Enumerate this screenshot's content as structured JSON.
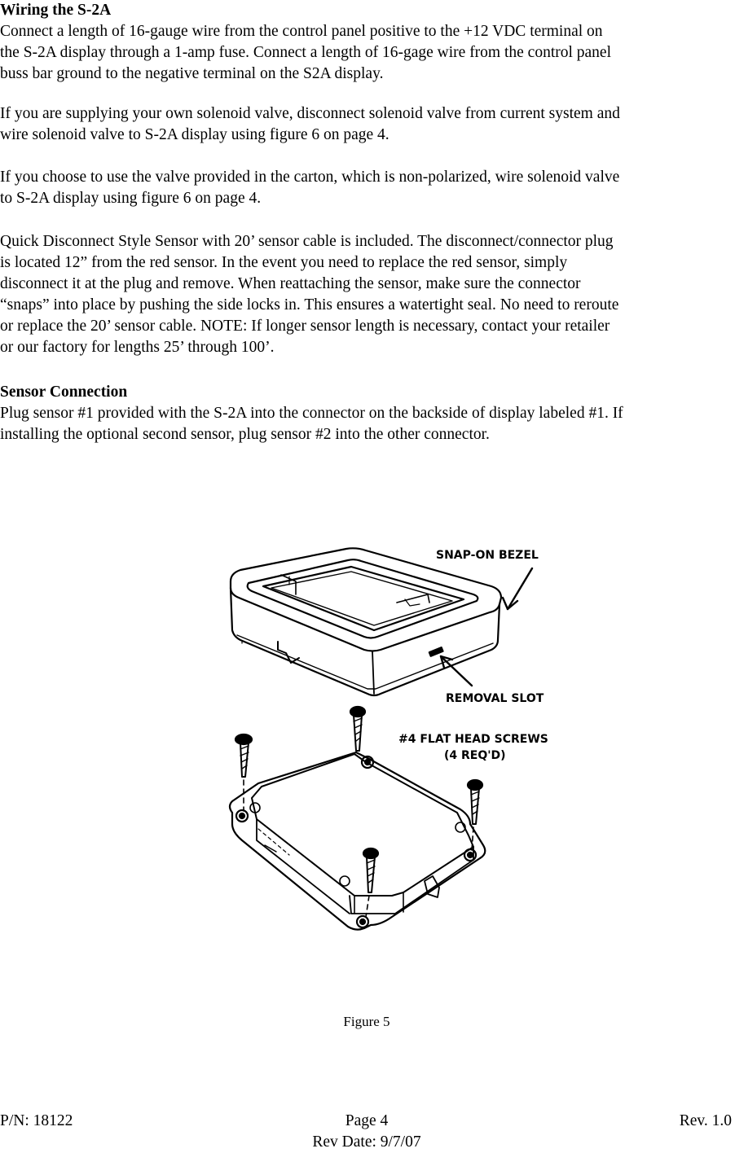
{
  "section1": {
    "heading": "Wiring the S-2A",
    "lines": [
      "Connect a length of 16-gauge wire from the control panel positive to the +12 VDC terminal on",
      "the S-2A display through a 1-amp fuse. Connect a length of 16-gage wire from the control panel",
      "buss bar ground to the negative terminal on the S2A display."
    ]
  },
  "para2": {
    "lines": [
      "If you are supplying your own solenoid valve, disconnect solenoid valve from current system and",
      "wire solenoid valve to S-2A display using figure 6 on page 4."
    ]
  },
  "para3": {
    "lines": [
      "If you choose to use the valve provided in the carton, which is non-polarized,  wire solenoid valve",
      "to S-2A display using figure 6  on page 4."
    ]
  },
  "para4": {
    "lines": [
      "Quick Disconnect Style Sensor with 20’ sensor cable is included. The disconnect/connector plug",
      "is located 12” from the red sensor. In the event you need to replace the red sensor, simply",
      "disconnect it at the plug and remove. When reattaching the sensor, make sure the connector",
      "“snaps” into place by pushing the side locks in. This ensures a watertight seal. No need to reroute",
      "or replace the 20’ sensor cable. NOTE: If longer sensor length is necessary, contact your retailer",
      "or our factory for lengths 25’ through 100’."
    ]
  },
  "section2": {
    "heading": "Sensor Connection",
    "lines": [
      "Plug sensor #1 provided with the S-2A into the connector on the backside of display labeled #1. If",
      "installing the optional second sensor, plug sensor #2 into the other connector."
    ]
  },
  "figure": {
    "labels": {
      "bezel": "SNAP-ON  BEZEL",
      "slot": "REMOVAL  SLOT",
      "screws": "#4 FLAT HEAD SCREWS",
      "screws_qty": "(4 REQ'D)"
    },
    "caption": "Figure 5"
  },
  "footer": {
    "part_number": "P/N: 18122",
    "page": "Page 4",
    "revision": "Rev. 1.0",
    "rev_date": "Rev Date: 9/7/07"
  }
}
